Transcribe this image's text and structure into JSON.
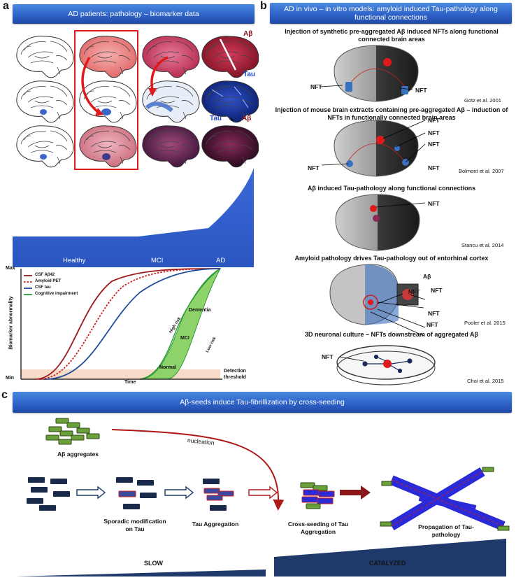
{
  "panel_a": {
    "letter": "a",
    "banner": "AD patients: pathology – biomarker data",
    "brain_labels": {
      "abeta": "Aβ",
      "tau": "Tau",
      "plus": "+",
      "abeta2": "Aβ"
    },
    "stage_labels": [
      "Healthy",
      "MCI",
      "AD"
    ],
    "chart": {
      "y_max": "Max",
      "y_min": "Min",
      "y_axis": "Biomarker abnormality",
      "x_axis": "Time",
      "threshold": "Detection threshold",
      "legend": [
        "CSF Aβ42",
        "Amyloid PET",
        "CSF tau",
        "Cognitive impairment"
      ],
      "regions": [
        "Dementia",
        "MCI",
        "Normal"
      ],
      "risk": [
        "High risk",
        "Low risk"
      ]
    }
  },
  "panel_b": {
    "letter": "b",
    "banner": "AD in vivo – in vitro models: amyloid induced Tau-pathology along functional connections",
    "sections": [
      {
        "title": "Injection of synthetic pre-aggregated Aβ induced NFTs along functional connected brain areas",
        "cite": "Gotz et al. 2001"
      },
      {
        "title": "Injection of mouse brain extracts containing pre-aggregated Aβ – induction of NFTs in functionally connected brain areas",
        "cite": "Bolmont et al. 2007"
      },
      {
        "title": "Aβ induced Tau-pathology along functional connections",
        "cite": "Stancu et al. 2014"
      },
      {
        "title": "Amyloid pathology drives Tau-pathology out of entorhinal cortex",
        "cite": "Pooler et al. 2015"
      },
      {
        "title": "3D neuronal culture – NFTs downstream of aggregated Aβ",
        "cite": "Choi et al. 2015"
      }
    ],
    "nft": "NFT",
    "abeta": "Aβ"
  },
  "panel_c": {
    "letter": "c",
    "banner": "Aβ-seeds induce Tau-fibrillization by cross-seeding",
    "abeta_aggregates": "Aβ aggregates",
    "nucleation": "nucleation",
    "steps": [
      "Sporadic modification on Tau",
      "Tau Aggregation",
      "Cross-seeding of Tau Aggregation",
      "Propagation of Tau- pathology"
    ],
    "slow": "SLOW",
    "catalyzed": "CATALYZED"
  },
  "colors": {
    "banner_blue": "#2f63c8",
    "csf_abeta": "#9b1b1b",
    "amyloid_pet": "#c81e1e",
    "csf_tau": "#1f4e9c",
    "cognitive": "#2e9a3a",
    "tau_block": "#1a2a4a",
    "abeta_block": "#5a8a2a"
  }
}
